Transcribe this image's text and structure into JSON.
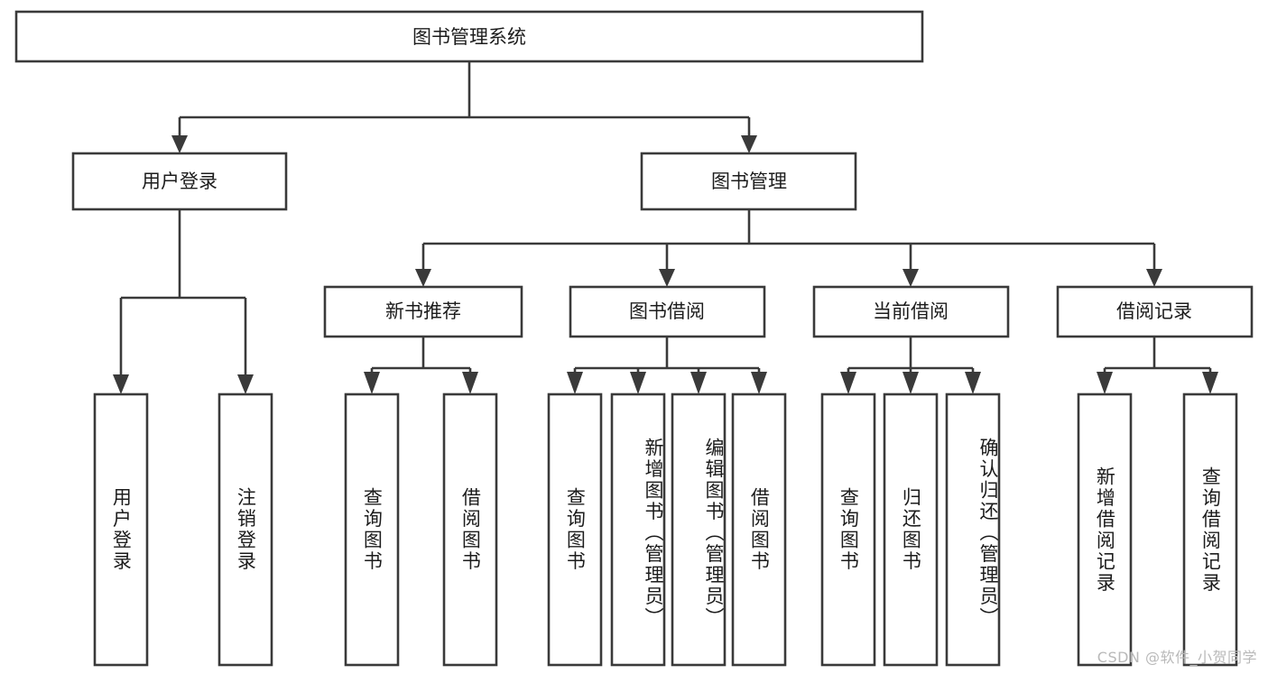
{
  "diagram": {
    "type": "tree",
    "title": "图书管理系统",
    "orientation": "top-down",
    "background_color": "#ffffff",
    "line_color": "#3a3a3a",
    "text_color": "#1c1c1c",
    "root": {
      "id": "root",
      "label": "图书管理系统",
      "text_direction": "horizontal"
    },
    "level2": [
      {
        "id": "user-login",
        "label": "用户登录",
        "text_direction": "horizontal"
      },
      {
        "id": "book-manage",
        "label": "图书管理",
        "text_direction": "horizontal"
      }
    ],
    "level3": [
      {
        "id": "new-book-rec",
        "label": "新书推荐",
        "text_direction": "horizontal",
        "parent": "book-manage"
      },
      {
        "id": "book-borrow",
        "label": "图书借阅",
        "text_direction": "horizontal",
        "parent": "book-manage"
      },
      {
        "id": "current-borrow",
        "label": "当前借阅",
        "text_direction": "horizontal",
        "parent": "book-manage"
      },
      {
        "id": "borrow-record",
        "label": "借阅记录",
        "text_direction": "horizontal",
        "parent": "book-manage"
      }
    ],
    "leaves": [
      {
        "id": "leaf-user-login",
        "label": "用户登录",
        "parent": "user-login",
        "text_direction": "vertical"
      },
      {
        "id": "leaf-user-logout",
        "label": "注销登录",
        "parent": "user-login",
        "text_direction": "vertical"
      },
      {
        "id": "leaf-query-book-1",
        "label": "查询图书",
        "parent": "new-book-rec",
        "text_direction": "vertical"
      },
      {
        "id": "leaf-borrow-book-1",
        "label": "借阅图书",
        "parent": "new-book-rec",
        "text_direction": "vertical"
      },
      {
        "id": "leaf-query-book-2",
        "label": "查询图书",
        "parent": "book-borrow",
        "text_direction": "vertical"
      },
      {
        "id": "leaf-add-book",
        "label": "新增图书（管理员）",
        "parent": "book-borrow",
        "text_direction": "vertical"
      },
      {
        "id": "leaf-edit-book",
        "label": "编辑图书（管理员）",
        "parent": "book-borrow",
        "text_direction": "vertical"
      },
      {
        "id": "leaf-borrow-book-2",
        "label": "借阅图书",
        "parent": "book-borrow",
        "text_direction": "vertical"
      },
      {
        "id": "leaf-query-book-3",
        "label": "查询图书",
        "parent": "current-borrow",
        "text_direction": "vertical"
      },
      {
        "id": "leaf-return-book",
        "label": "归还图书",
        "parent": "current-borrow",
        "text_direction": "vertical"
      },
      {
        "id": "leaf-confirm-return",
        "label": "确认归还（管理员）",
        "parent": "current-borrow",
        "text_direction": "vertical"
      },
      {
        "id": "leaf-add-record",
        "label": "新增借阅记录",
        "parent": "borrow-record",
        "text_direction": "vertical"
      },
      {
        "id": "leaf-query-record",
        "label": "查询借阅记录",
        "parent": "borrow-record",
        "text_direction": "vertical"
      }
    ]
  },
  "watermark": {
    "text": "CSDN @软件_小贺同学"
  }
}
